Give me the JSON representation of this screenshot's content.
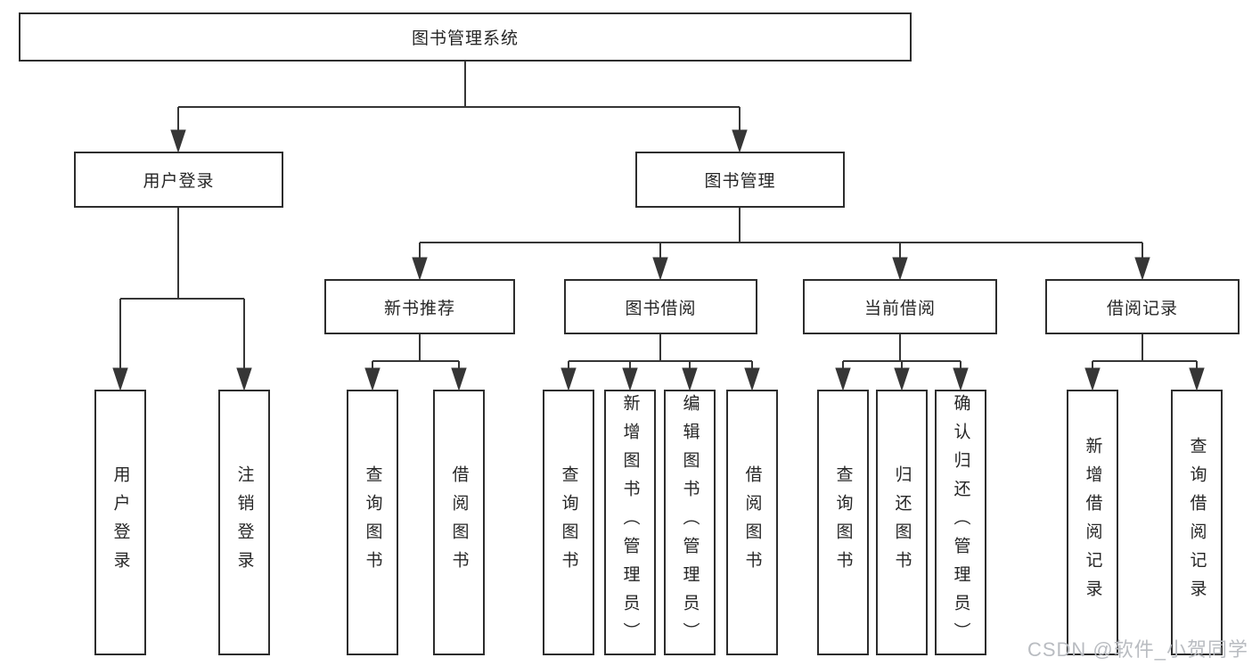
{
  "diagram": {
    "root": "图书管理系统",
    "level2": {
      "user_login": "用户登录",
      "book_management": "图书管理"
    },
    "level3": {
      "new_book_recommend": "新书推荐",
      "book_borrowing": "图书借阅",
      "current_borrowing": "当前借阅",
      "borrowing_records": "借阅记录"
    },
    "leaves": {
      "user_login_children": {
        "login": "用户登录",
        "logout": "注销登录"
      },
      "new_book_children": {
        "query_books": "查询图书",
        "borrow_books": "借阅图书"
      },
      "book_borrowing_children": {
        "query_books": "查询图书",
        "add_book_admin": "新增图书（管理员）",
        "edit_book_admin": "编辑图书（管理员）",
        "borrow_books": "借阅图书"
      },
      "current_borrowing_children": {
        "query_books": "查询图书",
        "return_books": "归还图书",
        "confirm_return_admin": "确认归还（管理员）"
      },
      "borrowing_records_children": {
        "add_record": "新增借阅记录",
        "query_record": "查询借阅记录"
      }
    }
  },
  "watermark": "CSDN @软件_小贺同学",
  "colors": {
    "line": "#363636",
    "border": "#2d2d2d",
    "fill": "#ffffff",
    "text": "#262626",
    "watermark": "#b9bcc1",
    "background": "#ffffff"
  }
}
